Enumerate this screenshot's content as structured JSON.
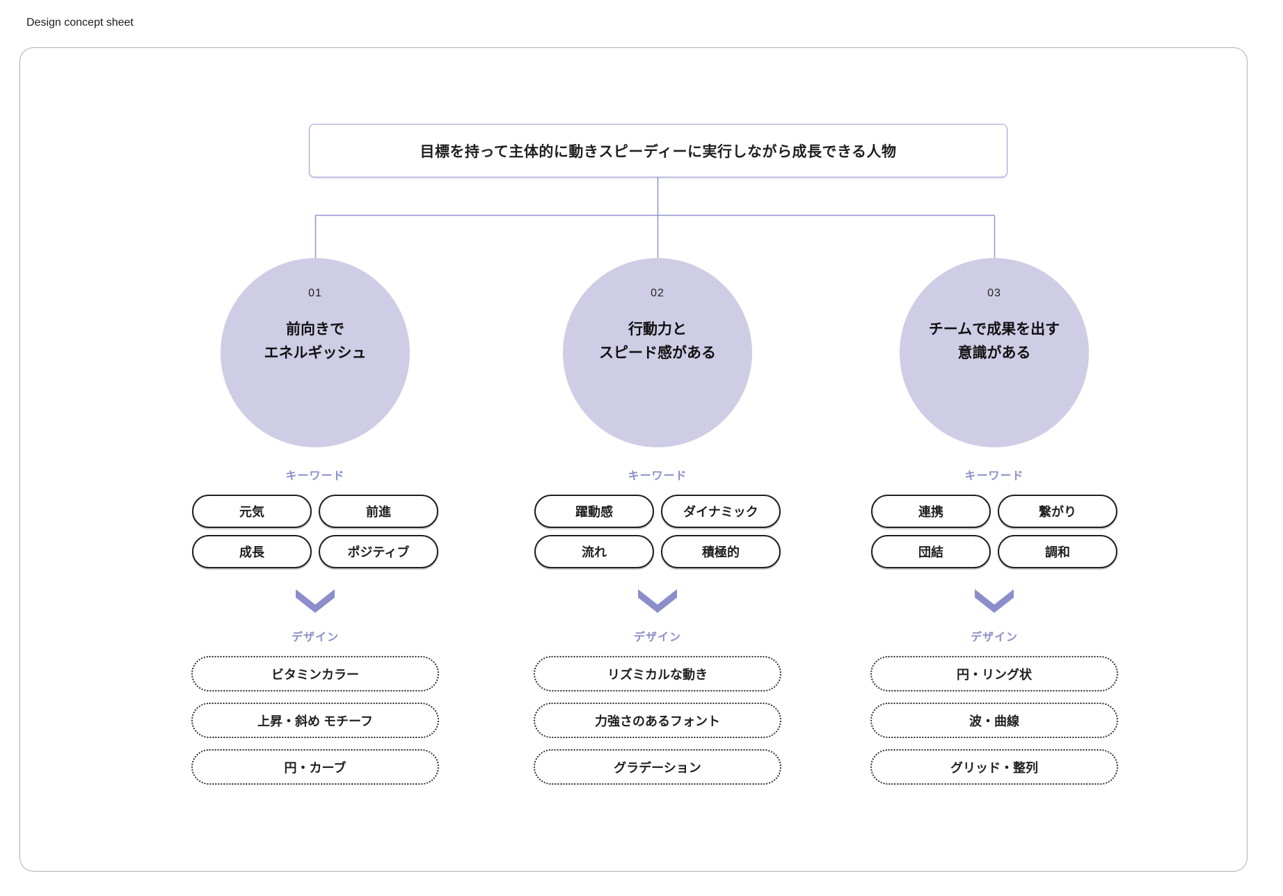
{
  "page": {
    "title": "Design concept sheet"
  },
  "diagram": {
    "goal": "目標を持って主体的に動きスピーディーに実行しながら成長できる人物",
    "keyword_label": "キーワード",
    "design_label": "デザイン",
    "columns": [
      {
        "number": "01",
        "title_lines": [
          "前向きで",
          "エネルギッシュ"
        ],
        "keywords": [
          "元気",
          "前進",
          "成長",
          "ポジティブ"
        ],
        "designs": [
          "ビタミンカラー",
          "上昇・斜め モチーフ",
          "円・カーブ"
        ]
      },
      {
        "number": "02",
        "title_lines": [
          "行動力と",
          "スピード感がある"
        ],
        "keywords": [
          "躍動感",
          "ダイナミック",
          "流れ",
          "積極的"
        ],
        "designs": [
          "リズミカルな動き",
          "力強さのあるフォント",
          "グラデーション"
        ]
      },
      {
        "number": "03",
        "title_lines": [
          "チームで成果を出す",
          "意識がある"
        ],
        "keywords": [
          "連携",
          "繋がり",
          "団結",
          "調和"
        ],
        "designs": [
          "円・リング状",
          "波・曲線",
          "グリッド・整列"
        ]
      }
    ],
    "colors": {
      "accent_purple": "#8b8ecb",
      "connector_purple": "#9093cc",
      "goal_border_purple": "#9b9ed6",
      "circle_fill": "#cfcce5",
      "pill_border": "#1f1f1f",
      "card_border": "#b0b0b5"
    }
  }
}
